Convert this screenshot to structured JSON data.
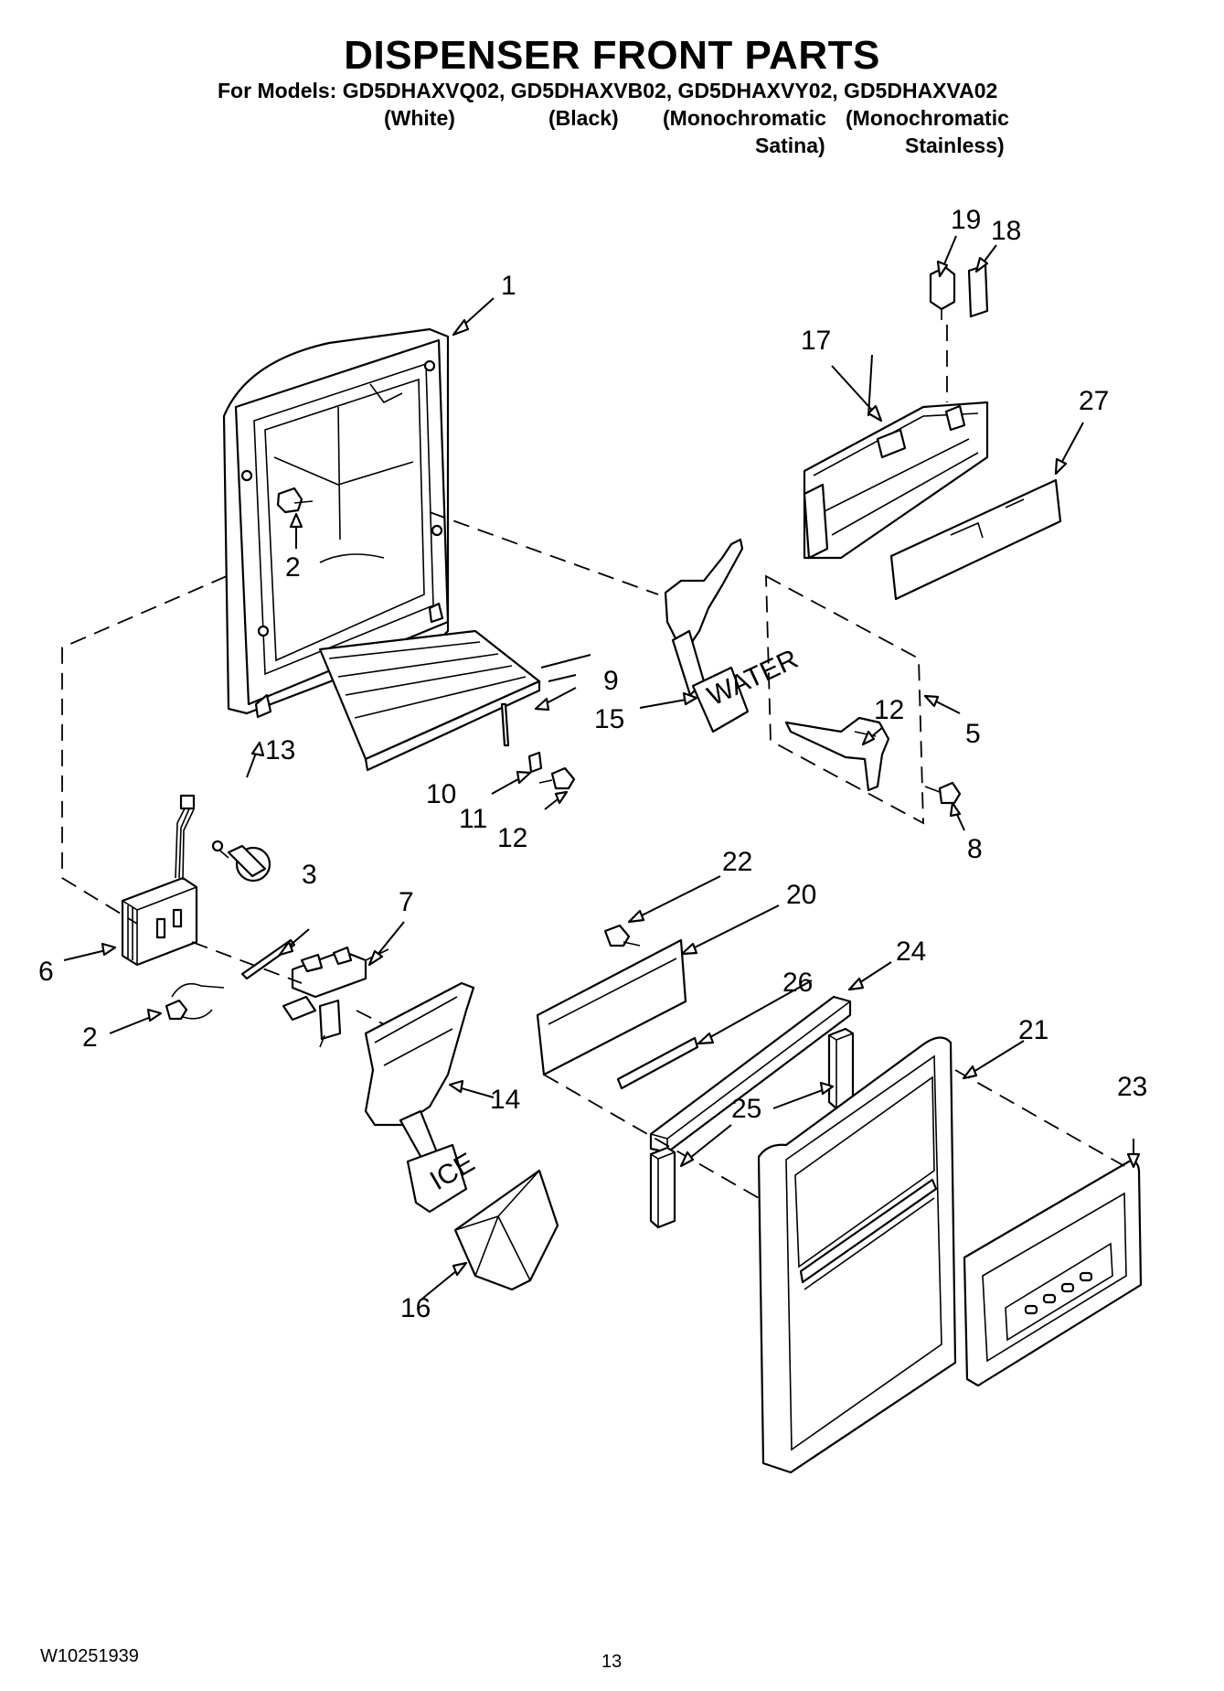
{
  "header": {
    "title": "DISPENSER FRONT PARTS",
    "models_line": "For Models: GD5DHAXVQ02, GD5DHAXVB02, GD5DHAXVY02, GD5DHAXVA02",
    "variants": [
      {
        "line1": "(White)",
        "line2": ""
      },
      {
        "line1": "(Black)",
        "line2": ""
      },
      {
        "line1": "(Monochromatic",
        "line2": "Satina)"
      },
      {
        "line1": "(Monochromatic",
        "line2": "Stainless)"
      }
    ]
  },
  "callouts": [
    "1",
    "2",
    "2",
    "3",
    "5",
    "6",
    "7",
    "8",
    "9",
    "10",
    "11",
    "12",
    "12",
    "12",
    "13",
    "14",
    "15",
    "16",
    "17",
    "18",
    "19",
    "20",
    "21",
    "22",
    "23",
    "24",
    "25",
    "26",
    "27"
  ],
  "part_labels": {
    "paddle_15": "WATER",
    "paddle_14": "ICE"
  },
  "footer": {
    "doc_number": "W10251939",
    "page_number": "13"
  }
}
